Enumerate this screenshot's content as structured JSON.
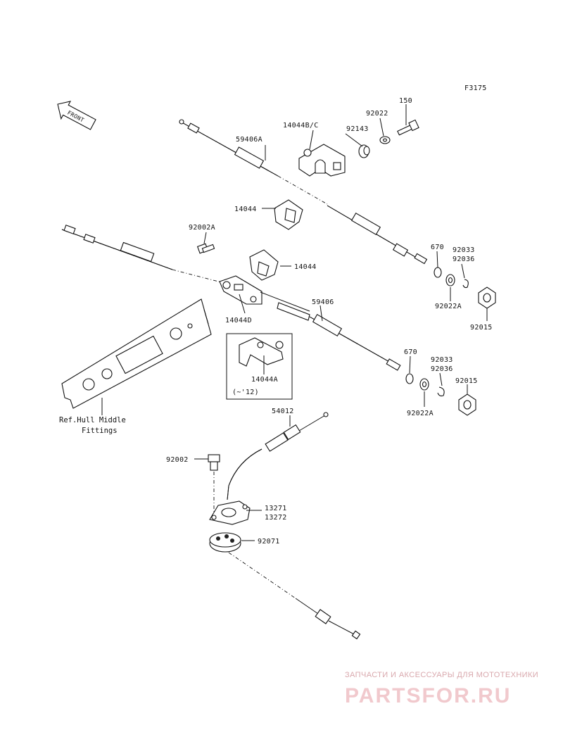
{
  "figure_code": "F3175",
  "front_arrow_label": "FRONT",
  "parts": {
    "p59406A": "59406A",
    "p14044BC": "14044B/C",
    "p92143": "92143",
    "p92022": "92022",
    "p150": "150",
    "p14044_upper": "14044",
    "p92002A": "92002A",
    "p14044_lower": "14044",
    "p14044D": "14044D",
    "p670_upper": "670",
    "p92033_upper": "92033",
    "p92036_upper": "92036",
    "p92022A_upper": "92022A",
    "p92015_upper": "92015",
    "p59406": "59406",
    "p14044A": "14044A",
    "p14044A_note": "(~'12)",
    "p670_lower": "670",
    "p92033_lower": "92033",
    "p92036_lower": "92036",
    "p92015_lower": "92015",
    "p92022A_lower": "92022A",
    "p54012": "54012",
    "p92002": "92002",
    "p13271": "13271",
    "p13272": "13272",
    "p92071": "92071"
  },
  "reference_note": {
    "line1": "Ref.Hull Middle",
    "line2": "Fittings"
  },
  "watermark": {
    "tagline": "ЗАПЧАСТИ И АКСЕССУАРЫ ДЛЯ МОТОТЕХНИКИ",
    "brand": "PARTSFOR.RU"
  }
}
